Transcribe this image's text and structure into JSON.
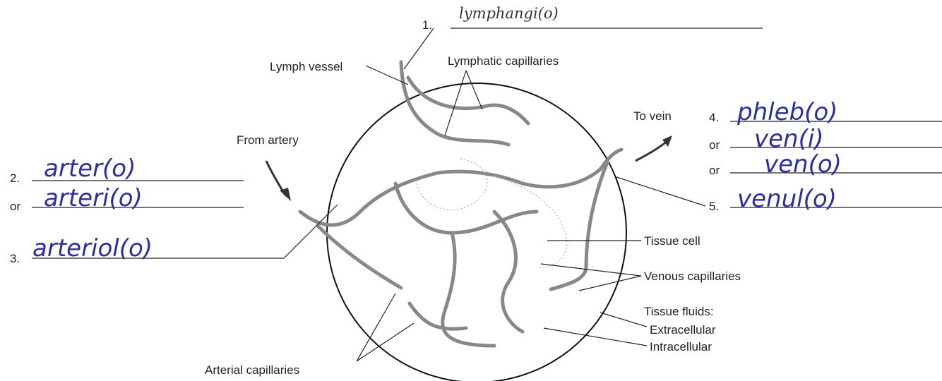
{
  "numbers": {
    "n1": "1.",
    "n2": "2.",
    "n3": "3.",
    "n4": "4.",
    "n5": "5.",
    "or": "or"
  },
  "answers": {
    "a1": "lymphangi(o)",
    "a2": "arter(o)",
    "a2_alt": "arteri(o)",
    "a3": "arteriol(o)",
    "a4": "phleb(o)",
    "a4_alt1": "ven(i)",
    "a4_alt2": "ven(o)",
    "a5": "venul(o)"
  },
  "labels": {
    "lymph_vessel": "Lymph vessel",
    "lymphatic_capillaries": "Lymphatic capillaries",
    "to_vein": "To vein",
    "from_artery": "From artery",
    "tissue_cell": "Tissue cell",
    "venous_capillaries": "Venous capillaries",
    "tissue_fluids": "Tissue fluids:",
    "extracellular": "Extracellular",
    "intracellular": "Intracellular",
    "arterial_capillaries": "Arterial capillaries"
  },
  "colors": {
    "handwriting": "#2a2fa0",
    "ink": "#222222",
    "vessel": "#888888"
  }
}
